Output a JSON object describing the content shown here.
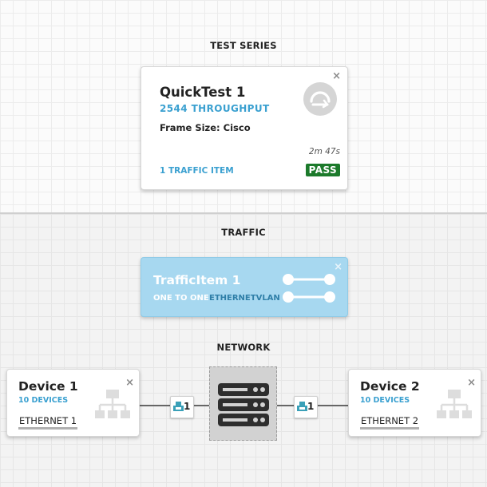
{
  "sections": {
    "test_series": "TEST SERIES",
    "traffic": "TRAFFIC",
    "network": "NETWORK"
  },
  "quicktest": {
    "title": "QuickTest 1",
    "subtitle": "2544 THROUGHPUT",
    "frame_label": "Frame Size:",
    "frame_value": "Cisco",
    "duration": "2m 47s",
    "traffic_items": "1 TRAFFIC ITEM",
    "status": "PASS",
    "close": "×",
    "icon": "quicktest-gauge-icon"
  },
  "traffic_item": {
    "title": "TrafficItem 1",
    "mode": "ONE TO ONE",
    "encapsulation": "ETHERNETVLAN",
    "close": "×",
    "icon": "flow-icon"
  },
  "devices": [
    {
      "title": "Device 1",
      "count": "10 DEVICES",
      "stack": "ETHERNET 1",
      "close": "×",
      "icon": "topology-icon"
    },
    {
      "title": "Device 2",
      "count": "10 DEVICES",
      "stack": "ETHERNET 2",
      "close": "×",
      "icon": "topology-icon"
    }
  ],
  "ports": [
    {
      "label": "1",
      "icon": "port-icon"
    },
    {
      "label": "1",
      "icon": "port-icon"
    }
  ],
  "server": {
    "icon": "server-stack-icon"
  },
  "colors": {
    "accent": "#3aa0d0",
    "pass": "#1c7a2b",
    "traffic_card": "#a7d8f0"
  }
}
